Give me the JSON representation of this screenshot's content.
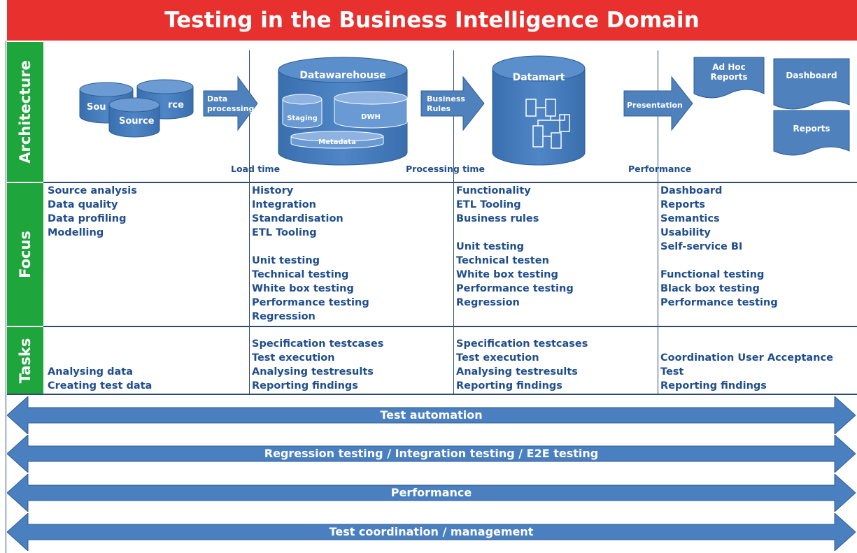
{
  "title": "Testing in the Business Intelligence Domain",
  "sections": {
    "architecture": "Architecture",
    "focus": "Focus",
    "tasks": "Tasks"
  },
  "architecture": {
    "source_labels": [
      "Sou",
      "rce",
      "Source"
    ],
    "arrows": {
      "data_processing": [
        "Data",
        "processing"
      ],
      "business_rules": [
        "Business",
        "Rules"
      ],
      "presentation": "Presentation"
    },
    "datawarehouse": {
      "title": "Datawarehouse",
      "staging": "Staging",
      "dwh": "DWH",
      "metadata": "Metadata"
    },
    "datamart": "Datamart",
    "reports": {
      "ad_hoc": [
        "Ad Hoc",
        "Reports"
      ],
      "dashboard": "Dashboard",
      "reports": "Reports"
    },
    "metrics": {
      "load_time": "Load time",
      "processing_time": "Processing time",
      "performance": "Performance"
    }
  },
  "focus": {
    "col1": [
      "Source analysis",
      "Data quality",
      "Data profiling",
      "Modelling"
    ],
    "col2a": [
      "History",
      "Integration",
      "Standardisation",
      "ETL Tooling"
    ],
    "col2b": [
      "Unit testing",
      "Technical testing",
      "White box testing",
      "Performance testing",
      "Regression"
    ],
    "col3a": [
      "Functionality",
      "ETL Tooling",
      "Business rules"
    ],
    "col3b": [
      "Unit testing",
      "Technical testen",
      "White box testing",
      "Performance testing",
      "Regression"
    ],
    "col4a": [
      "Dashboard",
      "Reports",
      "Semantics",
      "Usability",
      "Self-service BI"
    ],
    "col4b": [
      "Functional testing",
      "Black box testing",
      "Performance testing"
    ]
  },
  "tasks": {
    "col1": [
      "Analysing data",
      "Creating test data"
    ],
    "col2": [
      "Specification testcases",
      "Test execution",
      "Analysing testresults",
      "Reporting findings"
    ],
    "col3": [
      "Specification testcases",
      "Test execution",
      "Analysing testresults",
      "Reporting findings"
    ],
    "col4": [
      "Coordination User Acceptance",
      "Test",
      "Reporting findings"
    ]
  },
  "banners": [
    "Test automation",
    "Regression testing / Integration testing / E2E testing",
    "Performance",
    "Test coordination / management"
  ]
}
